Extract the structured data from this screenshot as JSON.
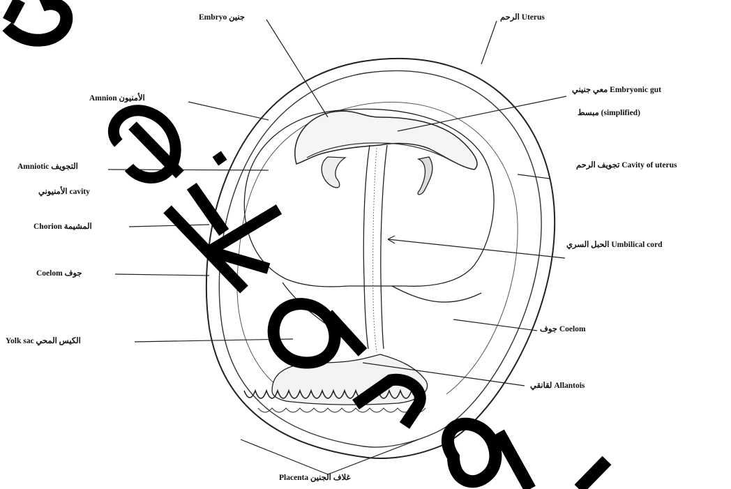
{
  "labels": {
    "embryo": "جنين Embryo",
    "uterus": "Uterus الرحم",
    "amnion": "الأمنيون Amnion",
    "embryonic_gut_1": "Embryonic gut معي جنيني",
    "embryonic_gut_2": "(simplified) مبسط",
    "amniotic_cavity_1": "التجويف Amniotic",
    "amniotic_cavity_2": "cavity الأمنيوني",
    "cavity_of_uterus": "Cavity of uterus تجويف الرحم",
    "chorion": "المشيمة Chorion",
    "umbilical_cord": "Umbilical cord الحبل السري",
    "coelom_left": "جوف Coelom",
    "coelom_right": "Coelom جوف",
    "yolk_sac": "الكيس المحي Yolk sac",
    "allantois": "Allantois لقانقي",
    "placenta": "غلاف الجنين Placenta"
  },
  "watermark": "beikandi",
  "colors": {
    "ink": "#111111",
    "watermark": "#000000"
  }
}
